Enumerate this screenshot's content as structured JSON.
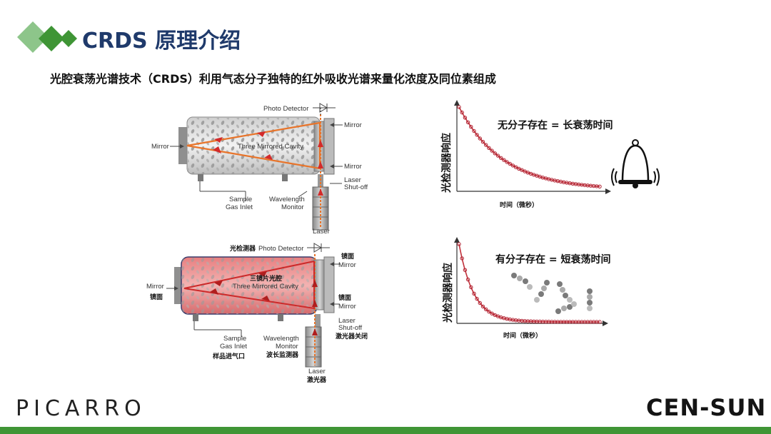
{
  "header": {
    "title": "CRDS 原理介绍",
    "subtitle": "光腔衰荡光谱技术（CRDS）利用气态分子独特的红外吸收光谱来量化浓度及同位素组成"
  },
  "top_diagram": {
    "photo_detector": "Photo Detector",
    "mirror_top": "Mirror",
    "mirror_left": "Mirror",
    "cavity": "Three Mirrored Cavity",
    "mirror_bottom": "Mirror",
    "laser_shutoff_1": "Laser",
    "laser_shutoff_2": "Shut-off",
    "sample_1": "Sample",
    "sample_2": "Gas Inlet",
    "wavelength_1": "Wavelength",
    "wavelength_2": "Monitor",
    "laser": "Laser"
  },
  "bottom_diagram": {
    "photo_detector_cn": "光检测器",
    "photo_detector": "Photo Detector",
    "mirror_top_cn": "镜面",
    "mirror_top": "Mirror",
    "mirror_left": "Mirror",
    "mirror_left_cn": "镜面",
    "cavity_cn": "三镜片光腔",
    "cavity": "Three Mirrored Cavity",
    "mirror_bottom_cn": "镜面",
    "mirror_bottom": "Mirror",
    "laser_shutoff_1": "Laser",
    "laser_shutoff_2": "Shut-off",
    "laser_shutoff_cn": "激光器关闭",
    "sample_1": "Sample",
    "sample_2": "Gas Inlet",
    "sample_cn": "样品进气口",
    "wavelength_1": "Wavelength",
    "wavelength_2": "Monitor",
    "wavelength_cn": "波长监测器",
    "laser": "Laser",
    "laser_cn": "激光器"
  },
  "top_plot": {
    "ylabel": "光检测器响应",
    "xlabel": "时间（微秒）",
    "caption": "无分子存在 = 长衰荡时间"
  },
  "bottom_plot": {
    "ylabel": "光检测器响应",
    "xlabel": "时间（微秒）",
    "caption": "有分子存在 = 短衰荡时间"
  },
  "footer": {
    "logo_left": "PICARRO",
    "logo_right": "CEN-SUN"
  },
  "colors": {
    "title": "#1f3a6b",
    "accent_green": "#3f9535",
    "laser_orange": "#e8742a",
    "decay_red": "#c0303a"
  }
}
